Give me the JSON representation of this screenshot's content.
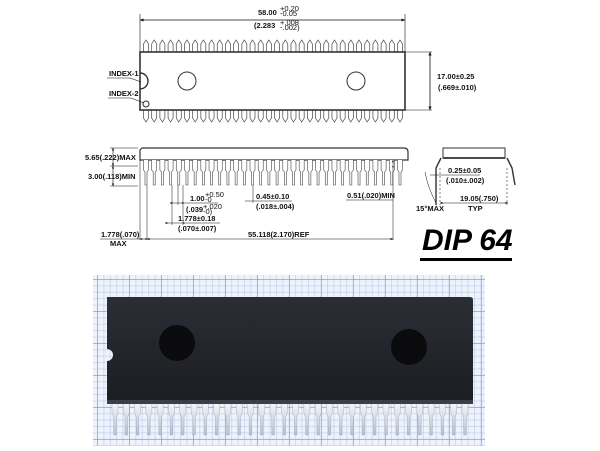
{
  "package": {
    "title": "DIP 64",
    "pin_count": 64
  },
  "top_view": {
    "length_dim": "58.00",
    "length_tol_plus": "+0.20",
    "length_tol_minus": "-0.05",
    "length_inch": "(2.283",
    "length_inch_tol_plus": "+.008",
    "length_inch_tol_minus": "-.002)",
    "width_dim": "17.00±0.25",
    "width_inch": "(.669±.010)",
    "index1_label": "INDEX-1",
    "index2_label": "INDEX-2"
  },
  "side_view": {
    "height_max": "5.65(.222)MAX",
    "seat_min": "3.00(.118)MIN",
    "pin_width_wide": "1.00",
    "pin_width_wide_tol_plus": "+0.50",
    "pin_width_wide_tol_minus": "-0",
    "pin_width_wide_inch": "(.039",
    "pin_width_wide_inch_tol_plus": "+.020",
    "pin_width_wide_inch_tol_minus": "-0)",
    "pitch": "1.778±0.18",
    "pitch_inch": "(.070±.007)",
    "end_max": "1.778(.070)",
    "end_max_label": "MAX",
    "pin_width": "0.45±0.10",
    "pin_width_inch": "(.018±.004)",
    "standoff_min": "0.51(.020)MIN",
    "ref_length": "55.118(2.170)REF"
  },
  "end_view": {
    "lead_thickness": "0.25±0.05",
    "lead_thickness_inch": "(.010±.002)",
    "row_spacing": "19.05(.750)",
    "row_spacing_label": "TYP",
    "angle": "15°MAX"
  },
  "photo": {
    "description": "photo-of-dip64-chip-on-graph-paper"
  }
}
